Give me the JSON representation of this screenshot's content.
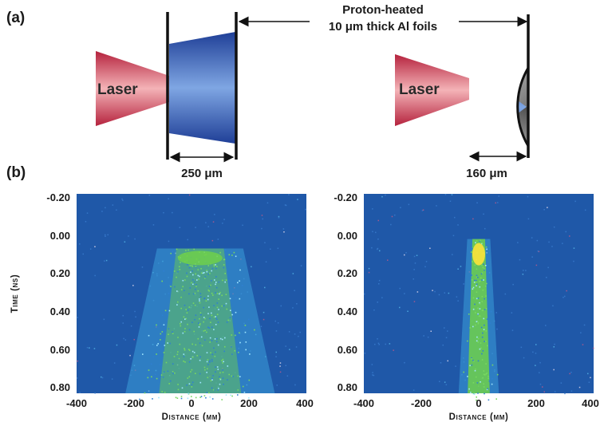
{
  "panel_a_label": "(a)",
  "panel_b_label": "(b)",
  "foils_note": {
    "line1": "Proton-heated",
    "line2": "10 μm thick Al foils"
  },
  "left_target": {
    "laser_label": "Laser",
    "dimension_label": "250 μm"
  },
  "right_target": {
    "laser_label": "Laser",
    "dimension_label": "160 μm"
  },
  "colors": {
    "laser": "#d9435a",
    "foil_blue": "#2f5fc4",
    "image_background": "#1f58a8",
    "signal": "#6fd04a",
    "hotspot": "#f4e13a"
  },
  "chart_data": [
    {
      "type": "heatmap",
      "title": "",
      "xlabel": "Distance (μm)",
      "ylabel": "Time (ns)",
      "xlim": [
        -400,
        400
      ],
      "ylim": [
        -0.2,
        0.85
      ],
      "y_direction": "down",
      "x_ticks": [
        "-400",
        "-200",
        "0",
        "200",
        "400"
      ],
      "y_ticks": [
        "-0.20",
        "0.00",
        "0.20",
        "0.40",
        "0.60",
        "0.80"
      ],
      "emission": {
        "x_center": 30,
        "start_time": 0.05,
        "peak_time": 0.1,
        "width_start": 150,
        "width_end": 260
      }
    },
    {
      "type": "heatmap",
      "title": "",
      "xlabel": "Distance (μm)",
      "ylabel": "",
      "xlim": [
        -400,
        400
      ],
      "ylim": [
        -0.2,
        0.85
      ],
      "y_direction": "down",
      "x_ticks": [
        "-400",
        "-200",
        "0",
        "200",
        "400"
      ],
      "y_ticks": [
        "-0.20",
        "0.00",
        "0.20",
        "0.40",
        "0.60",
        "0.80"
      ],
      "emission": {
        "x_center": 0,
        "start_time": 0.0,
        "peak_time": 0.08,
        "width_start": 40,
        "width_end": 70
      }
    }
  ]
}
